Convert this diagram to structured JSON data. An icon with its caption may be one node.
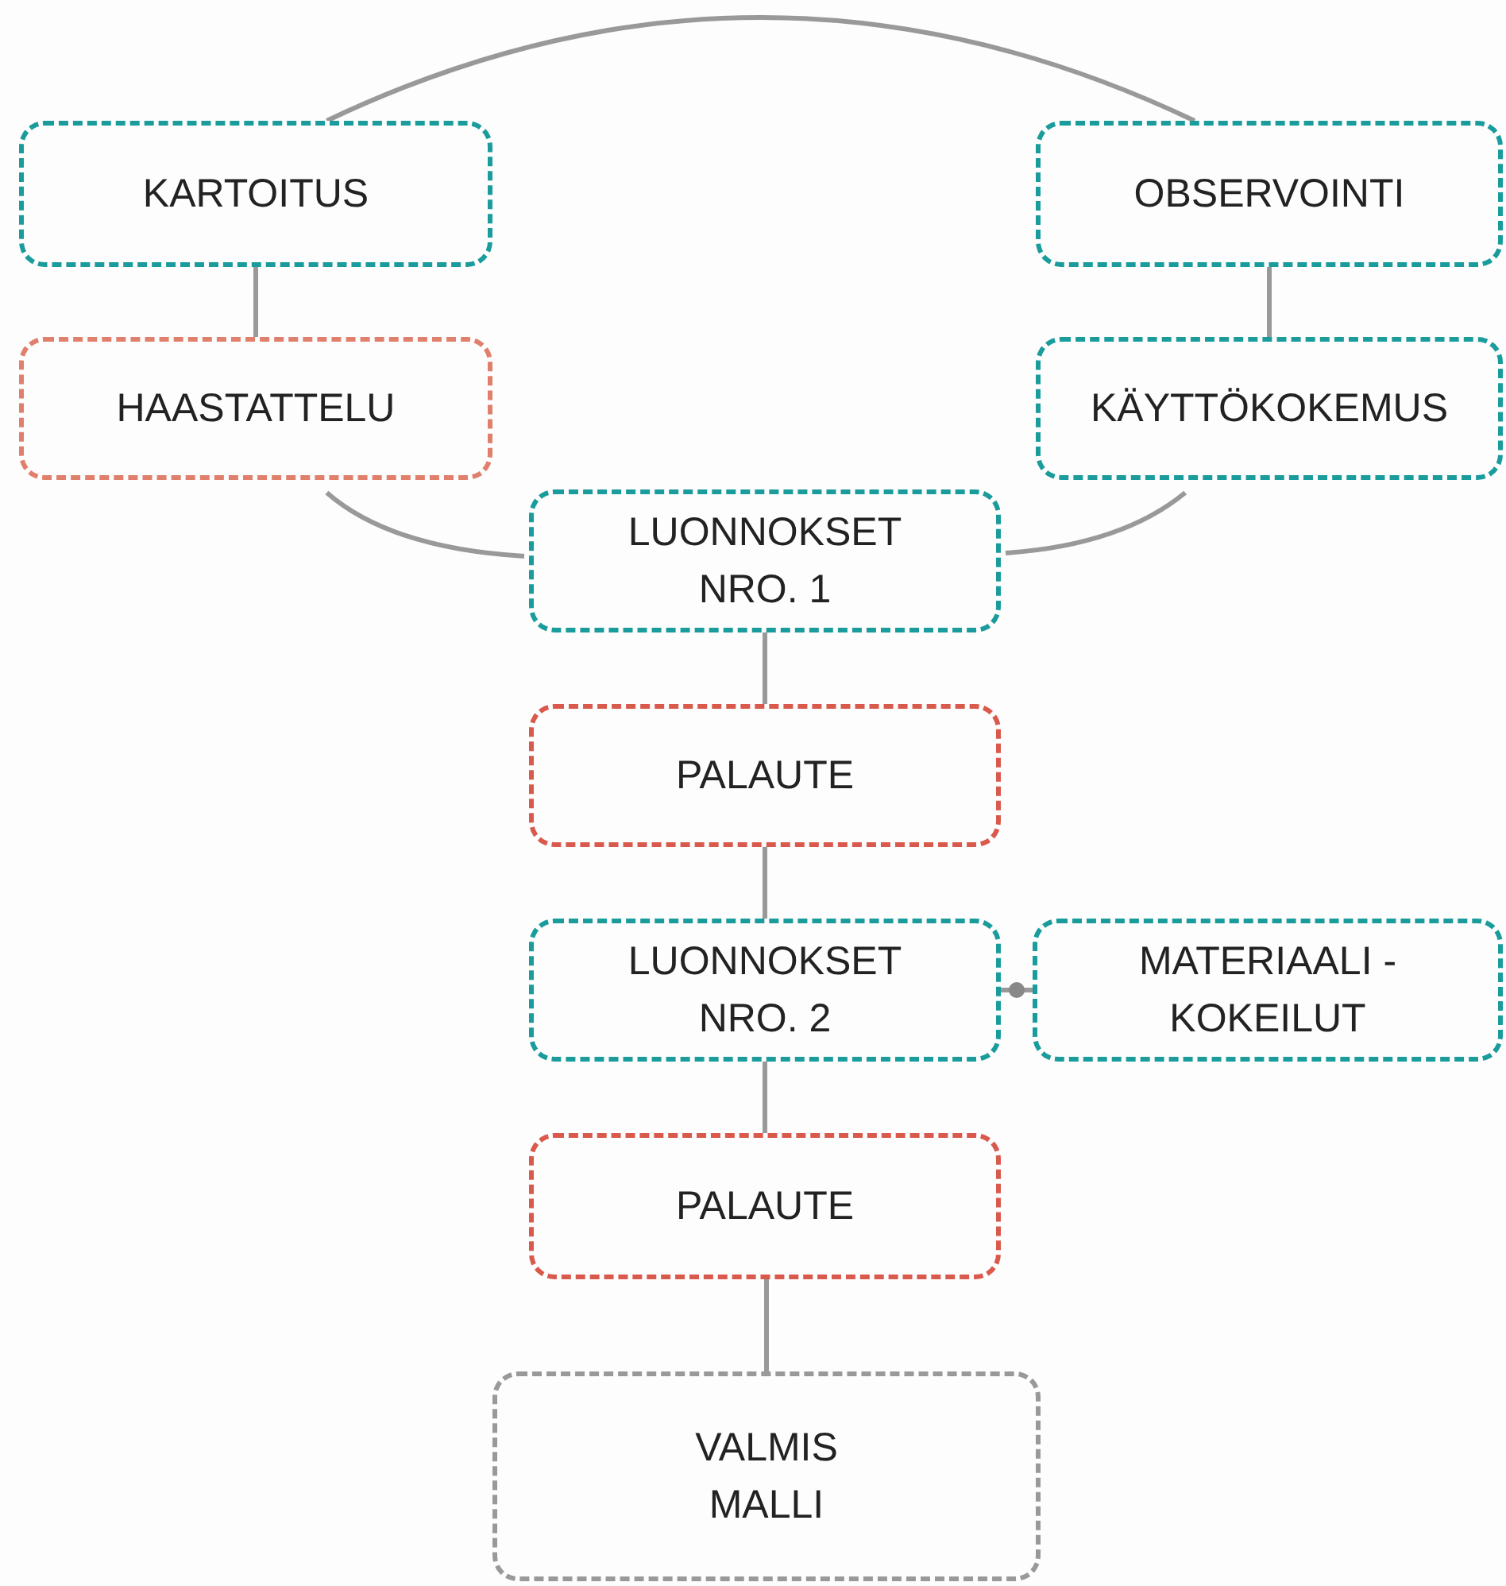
{
  "diagram": {
    "nodes": [
      {
        "text": [
          "KARTOITUS"
        ]
      },
      {
        "text": [
          "OBSERVOINTI"
        ]
      },
      {
        "text": [
          "HAASTATTELU"
        ]
      },
      {
        "text": [
          "KÄYTTÖKOKEMUS"
        ]
      },
      {
        "text": [
          "LUONNOKSET NRO. 1"
        ]
      },
      {
        "text": [
          "PALAUTE"
        ]
      },
      {
        "text": [
          "LUONNOKSET NRO. 2"
        ]
      },
      {
        "text": [
          "MATERIAALI - KOKEILUT"
        ]
      },
      {
        "text": [
          "PALAUTE"
        ]
      },
      {
        "text": [
          "VALMIS MALLI"
        ]
      }
    ],
    "edges": [
      {
        "from": 0,
        "to": 1,
        "arrow": "none"
      },
      {
        "from": 0,
        "to": 2,
        "arrow": "none"
      },
      {
        "from": 1,
        "to": 3,
        "arrow": "none"
      },
      {
        "from": 2,
        "to": 4,
        "arrow": "none"
      },
      {
        "from": 3,
        "to": 4,
        "arrow": "none"
      },
      {
        "from": 4,
        "to": 5,
        "arrow": "none"
      },
      {
        "from": 5,
        "to": 6,
        "arrow": "none"
      },
      {
        "from": 6,
        "to": 7,
        "arrow": "other"
      },
      {
        "from": 6,
        "to": 8,
        "arrow": "none"
      },
      {
        "from": 8,
        "to": 9,
        "arrow": "none"
      }
    ]
  }
}
